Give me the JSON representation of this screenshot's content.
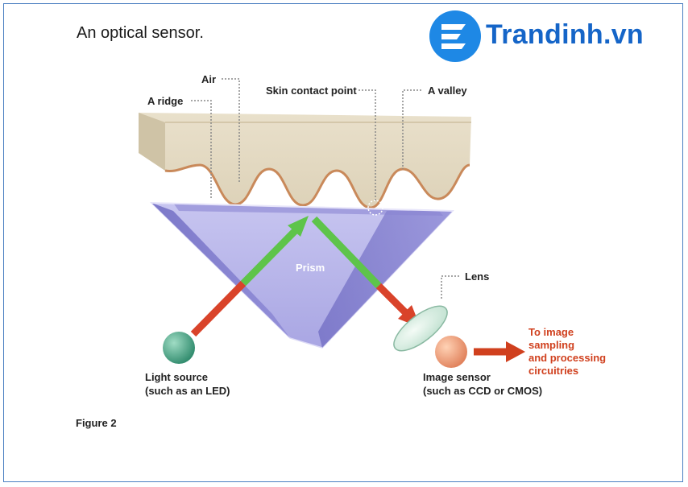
{
  "title": "An optical sensor.",
  "logo": {
    "text": "Trandinh.vn",
    "brand_color": "#1565c8"
  },
  "labels": {
    "air": "Air",
    "ridge": "A ridge",
    "skin_contact": "Skin contact point",
    "valley": "A valley",
    "prism": "Prism",
    "lens": "Lens",
    "light_source_1": "Light source",
    "light_source_2": "(such as an LED)",
    "image_sensor_1": "Image sensor",
    "image_sensor_2": "(such as CCD or CMOS)",
    "output_1": "To image",
    "output_2": "sampling",
    "output_3": "and processing",
    "output_4": "circuitries"
  },
  "caption": "Figure 2",
  "colors": {
    "frame": "#4a7fc1",
    "skin": "#e6dcc6",
    "skin_line": "#c9895a",
    "prism": "#b8b6ea",
    "light_red": "#d9432a",
    "light_green": "#5ec44a",
    "output_arrow": "#d0401e"
  }
}
